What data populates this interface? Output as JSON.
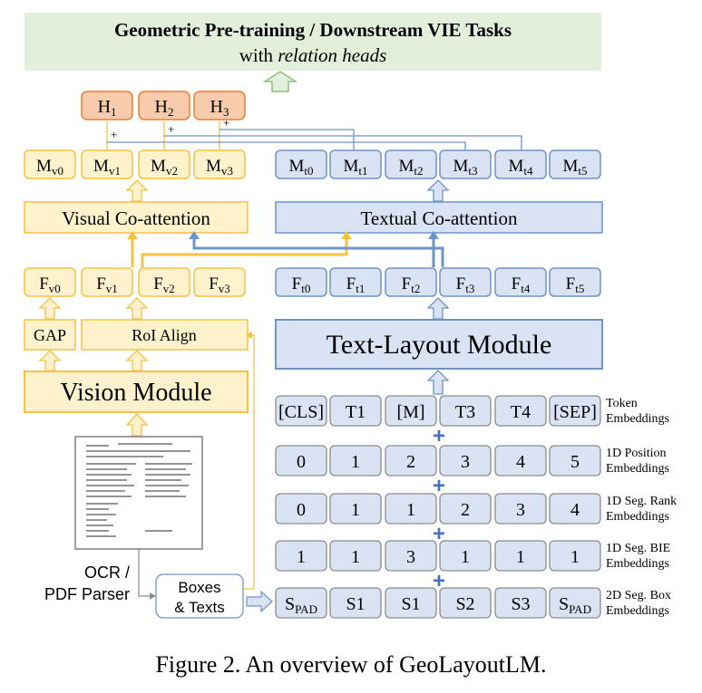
{
  "title": {
    "line1": "Geometric Pre-training / Downstream VIE Tasks",
    "line2_prefix": "with ",
    "line2_italic": "relation heads"
  },
  "heads": [
    {
      "base": "H",
      "sub": "1"
    },
    {
      "base": "H",
      "sub": "2"
    },
    {
      "base": "H",
      "sub": "3"
    }
  ],
  "plus_sign": "+",
  "mv": [
    {
      "base": "M",
      "sub": "v0"
    },
    {
      "base": "M",
      "sub": "v1"
    },
    {
      "base": "M",
      "sub": "v2"
    },
    {
      "base": "M",
      "sub": "v3"
    }
  ],
  "mt": [
    {
      "base": "M",
      "sub": "t0"
    },
    {
      "base": "M",
      "sub": "t1"
    },
    {
      "base": "M",
      "sub": "t2"
    },
    {
      "base": "M",
      "sub": "t3"
    },
    {
      "base": "M",
      "sub": "t4"
    },
    {
      "base": "M",
      "sub": "t5"
    }
  ],
  "visual_coattention": "Visual Co-attention",
  "textual_coattention": "Textual Co-attention",
  "fv": [
    {
      "base": "F",
      "sub": "v0"
    },
    {
      "base": "F",
      "sub": "v1"
    },
    {
      "base": "F",
      "sub": "v2"
    },
    {
      "base": "F",
      "sub": "v3"
    }
  ],
  "ft": [
    {
      "base": "F",
      "sub": "t0"
    },
    {
      "base": "F",
      "sub": "t1"
    },
    {
      "base": "F",
      "sub": "t2"
    },
    {
      "base": "F",
      "sub": "t3"
    },
    {
      "base": "F",
      "sub": "t4"
    },
    {
      "base": "F",
      "sub": "t5"
    }
  ],
  "gap": "GAP",
  "roi_align": "RoI Align",
  "vision_module": "Vision Module",
  "text_layout_module": "Text-Layout Module",
  "ocr_label": [
    "OCR /",
    "PDF Parser"
  ],
  "boxes_texts": [
    "Boxes",
    "& Texts"
  ],
  "embedding_rows": [
    {
      "cells": [
        {
          "base": "[CLS]"
        },
        {
          "base": "T1"
        },
        {
          "base": "[M]"
        },
        {
          "base": "T3"
        },
        {
          "base": "T4"
        },
        {
          "base": "[SEP]"
        }
      ],
      "label": [
        "Token",
        "Embeddings"
      ]
    },
    {
      "cells": [
        {
          "base": "0"
        },
        {
          "base": "1"
        },
        {
          "base": "2"
        },
        {
          "base": "3"
        },
        {
          "base": "4"
        },
        {
          "base": "5"
        }
      ],
      "label": [
        "1D Position",
        "Embeddings"
      ]
    },
    {
      "cells": [
        {
          "base": "0"
        },
        {
          "base": "1"
        },
        {
          "base": "1"
        },
        {
          "base": "2"
        },
        {
          "base": "3"
        },
        {
          "base": "4"
        }
      ],
      "label": [
        "1D Seg. Rank",
        "Embeddings"
      ]
    },
    {
      "cells": [
        {
          "base": "1"
        },
        {
          "base": "1"
        },
        {
          "base": "3"
        },
        {
          "base": "1"
        },
        {
          "base": "1"
        },
        {
          "base": "1"
        }
      ],
      "label": [
        "1D Seg. BIE",
        "Embeddings"
      ]
    },
    {
      "cells": [
        {
          "base": "S",
          "sub": "PAD"
        },
        {
          "base": "S1"
        },
        {
          "base": "S1"
        },
        {
          "base": "S2"
        },
        {
          "base": "S3"
        },
        {
          "base": "S",
          "sub": "PAD"
        }
      ],
      "label": [
        "2D Seg. Box",
        "Embeddings"
      ]
    }
  ],
  "caption": "Figure 2. An overview of GeoLayoutLM.",
  "colors": {
    "title_fill": "#e2efda",
    "orange_fill": "#f8cbad",
    "orange_stroke": "#ed7d31",
    "yellow_fill": "#fff2cc",
    "yellow_stroke": "#f5c242",
    "blue_fill": "#dae3f3",
    "blue_stroke": "#6f93c7",
    "gray_stroke": "#8c8c8c",
    "plus_blue": "#4472c4",
    "green_arrow_fill": "#e2efda",
    "green_arrow_stroke": "#8fbf7a"
  }
}
